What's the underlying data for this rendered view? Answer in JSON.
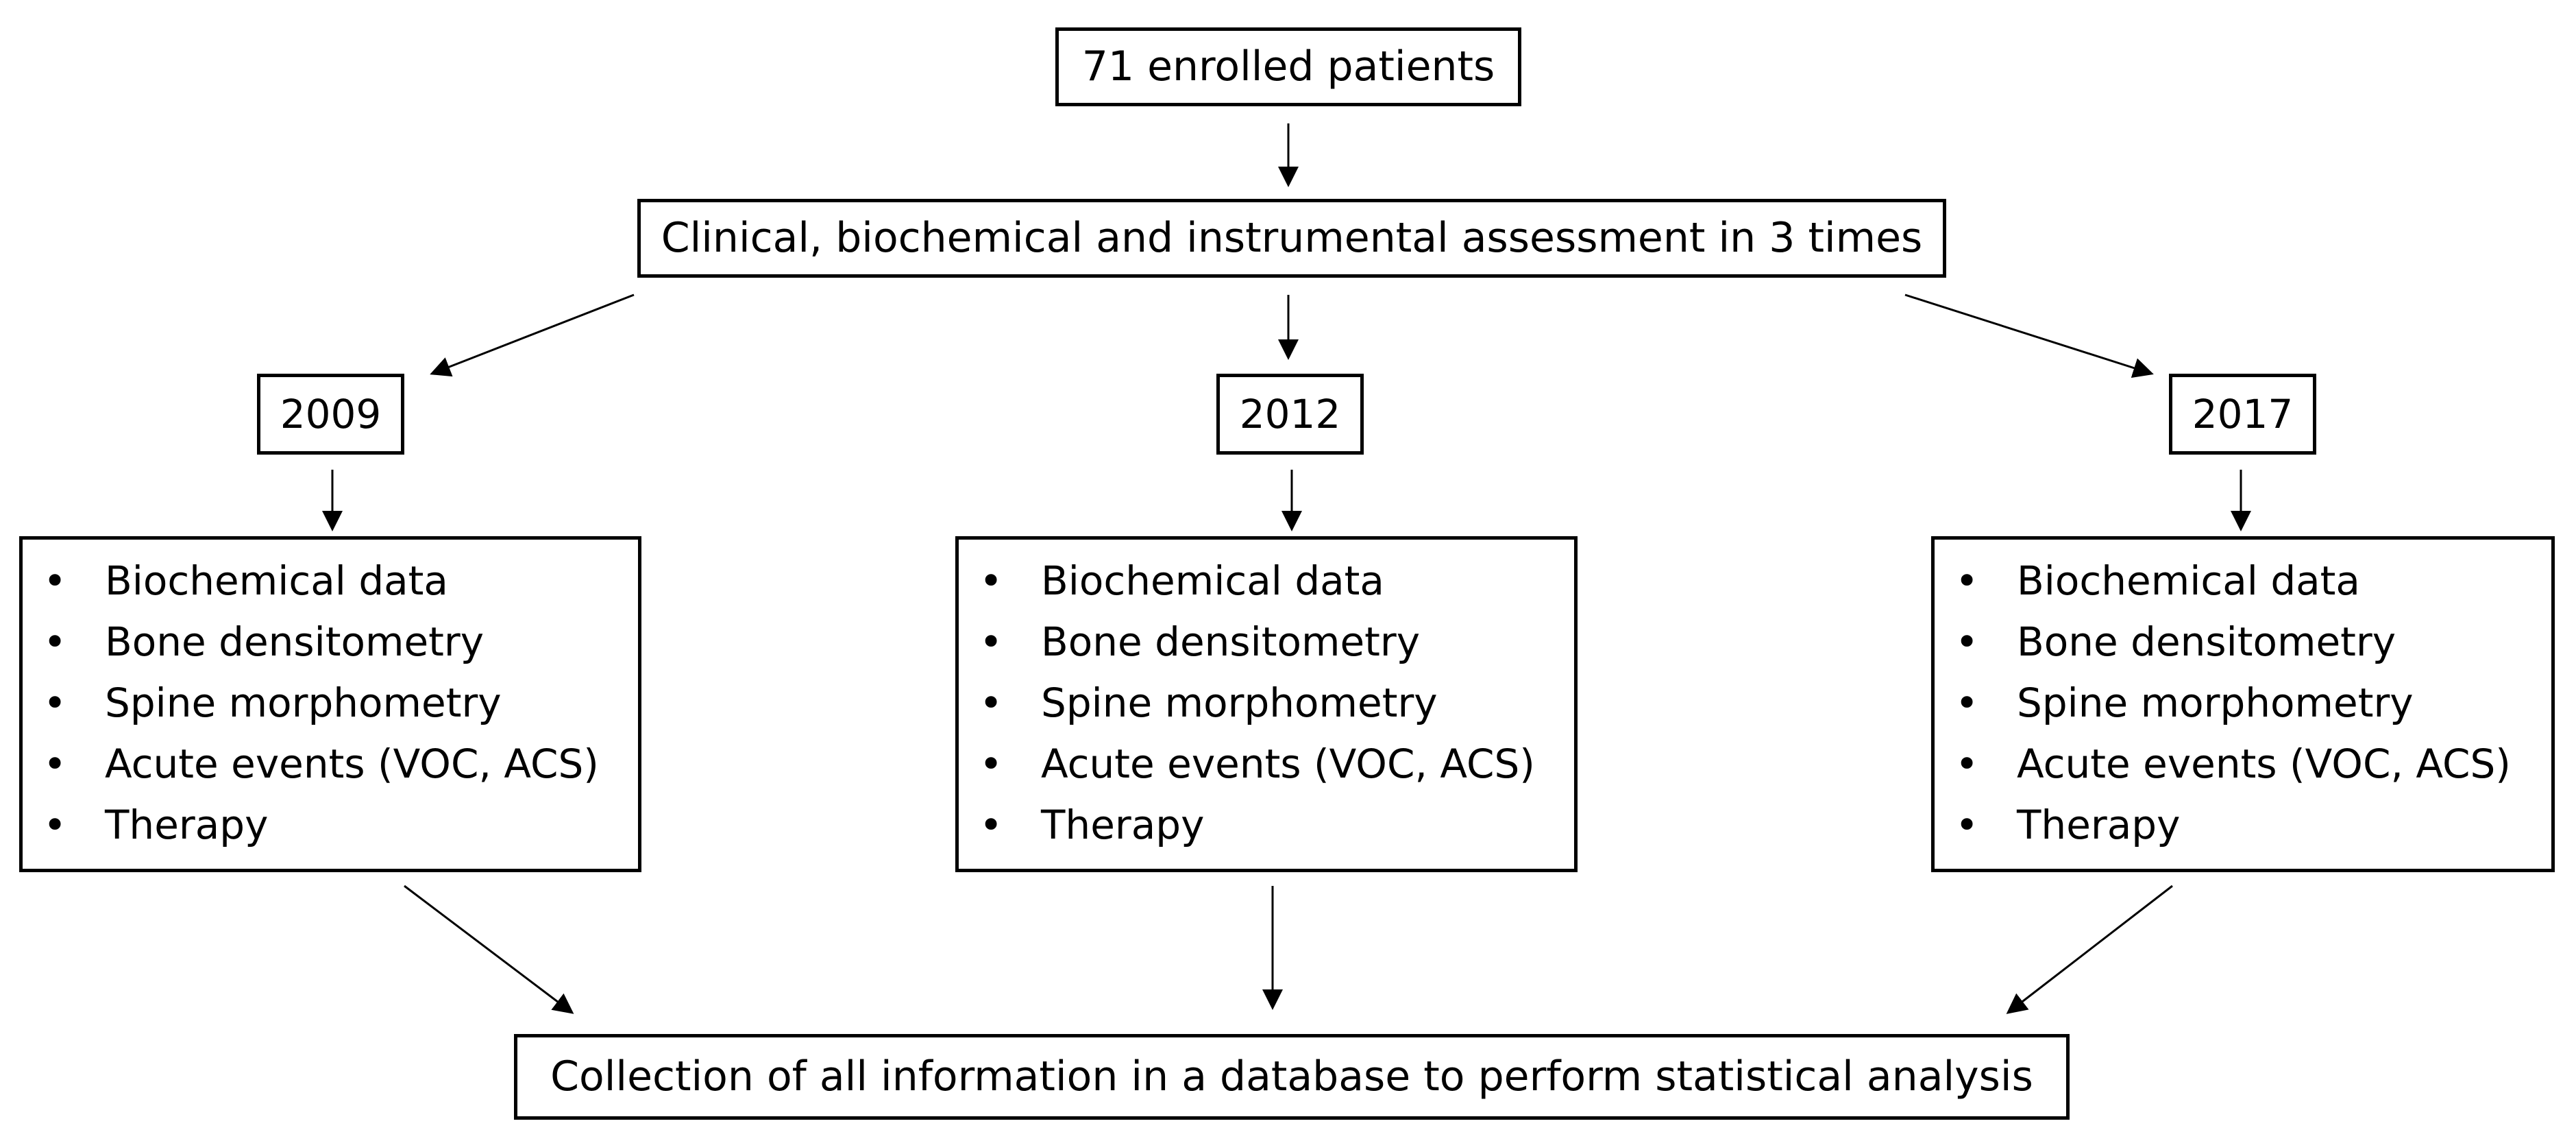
{
  "diagram": {
    "enrolled": "71 enrolled patients",
    "assessment": "Clinical, biochemical and instrumental assessment in 3 times",
    "years": [
      {
        "year": "2009",
        "items": [
          "Biochemical data",
          "Bone densitometry",
          "Spine morphometry",
          "Acute events (VOC, ACS)",
          "Therapy"
        ]
      },
      {
        "year": "2012",
        "items": [
          "Biochemical data",
          "Bone densitometry",
          "Spine morphometry",
          "Acute events (VOC, ACS)",
          "Therapy"
        ]
      },
      {
        "year": "2017",
        "items": [
          "Biochemical data",
          "Bone densitometry",
          "Spine morphometry",
          "Acute events (VOC, ACS)",
          "Therapy"
        ]
      }
    ],
    "bullet": "•",
    "collection": "Collection of all information in a database to perform statistical analysis"
  }
}
